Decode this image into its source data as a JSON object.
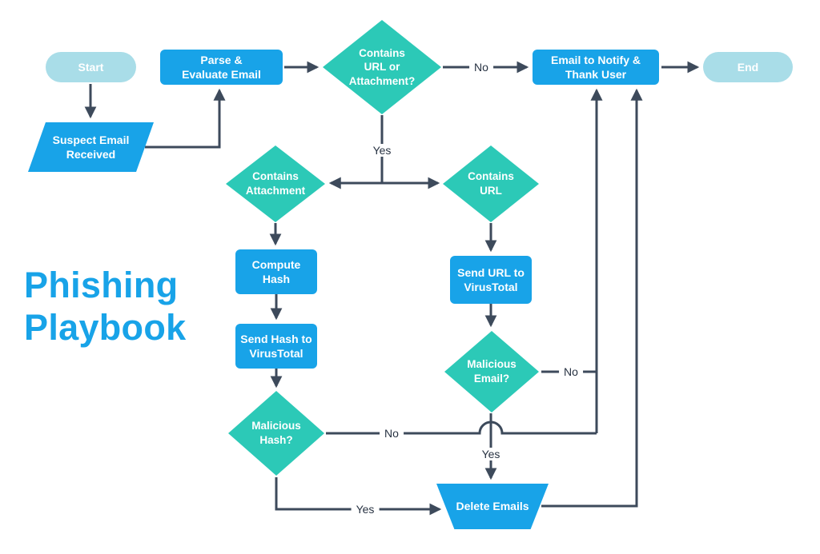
{
  "title": "Phishing\nPlaybook",
  "colors": {
    "process": "#18a3e8",
    "decision": "#2cc9b7",
    "terminal": "#a9dde8",
    "arrow": "#3d4a5b",
    "title": "#18a3e8"
  },
  "nodes": {
    "start": "Start",
    "parse": "Parse &\nEvaluate Email",
    "contains_url_or_attachment": "Contains\nURL or\nAttachment?",
    "email_notify": "Email to Notify &\nThank User",
    "end": "End",
    "suspect_email": "Suspect Email\nReceived",
    "contains_attachment": "Contains\nAttachment",
    "contains_url": "Contains\nURL",
    "compute_hash": "Compute\nHash",
    "send_hash": "Send Hash to\nVirusTotal",
    "send_url": "Send URL to\nVirusTotal",
    "malicious_hash": "Malicious\nHash?",
    "malicious_email": "Malicious\nEmail?",
    "delete_emails": "Delete Emails"
  },
  "edge_labels": {
    "no_top": "No",
    "yes_split": "Yes",
    "no_malicious_email": "No",
    "no_malicious_hash": "No",
    "yes_malicious_email": "Yes",
    "yes_malicious_hash": "Yes"
  }
}
